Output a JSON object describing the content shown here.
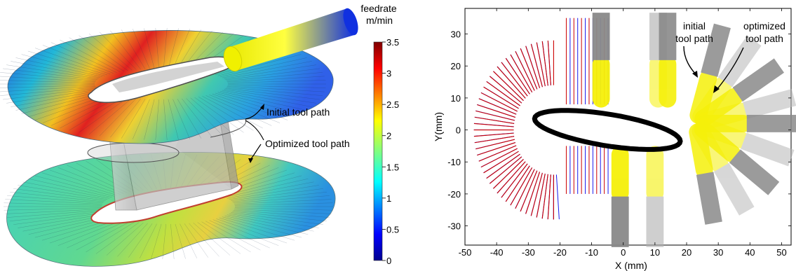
{
  "left_panel": {
    "colorbar": {
      "title_line1": "feedrate",
      "title_line2": "m/min",
      "ticks": [
        "3.5",
        "3",
        "2.5",
        "2",
        "1.5",
        "1",
        "0.5",
        "0"
      ],
      "min": 0,
      "max": 3.5
    },
    "annotations": {
      "initial": "Initial tool path",
      "optimized": "Optimized tool path"
    }
  },
  "right_panel": {
    "y_axis_label": "Y(mm)",
    "x_axis_label": "X (mm)",
    "x_ticks": [
      "-50",
      "-40",
      "-30",
      "-20",
      "-10",
      "0",
      "10",
      "20",
      "30",
      "40",
      "50"
    ],
    "y_ticks": [
      "30",
      "20",
      "10",
      "0",
      "-10",
      "-20",
      "-30"
    ],
    "x_range": [
      -50,
      53
    ],
    "y_range": [
      -36,
      38
    ],
    "annot_initial_line1": "initial",
    "annot_initial_line2": "tool path",
    "annot_optimized_line1": "optimized",
    "annot_optimized_line2": "tool path"
  },
  "colors": {
    "blade": "#000000",
    "tool_gray": "#8a8a8a",
    "tool_yellow": "#f5f00a",
    "initial_lines": "#cc0000",
    "optimized_lines": "#1a1aee",
    "tool_blue": "#1030e0"
  }
}
